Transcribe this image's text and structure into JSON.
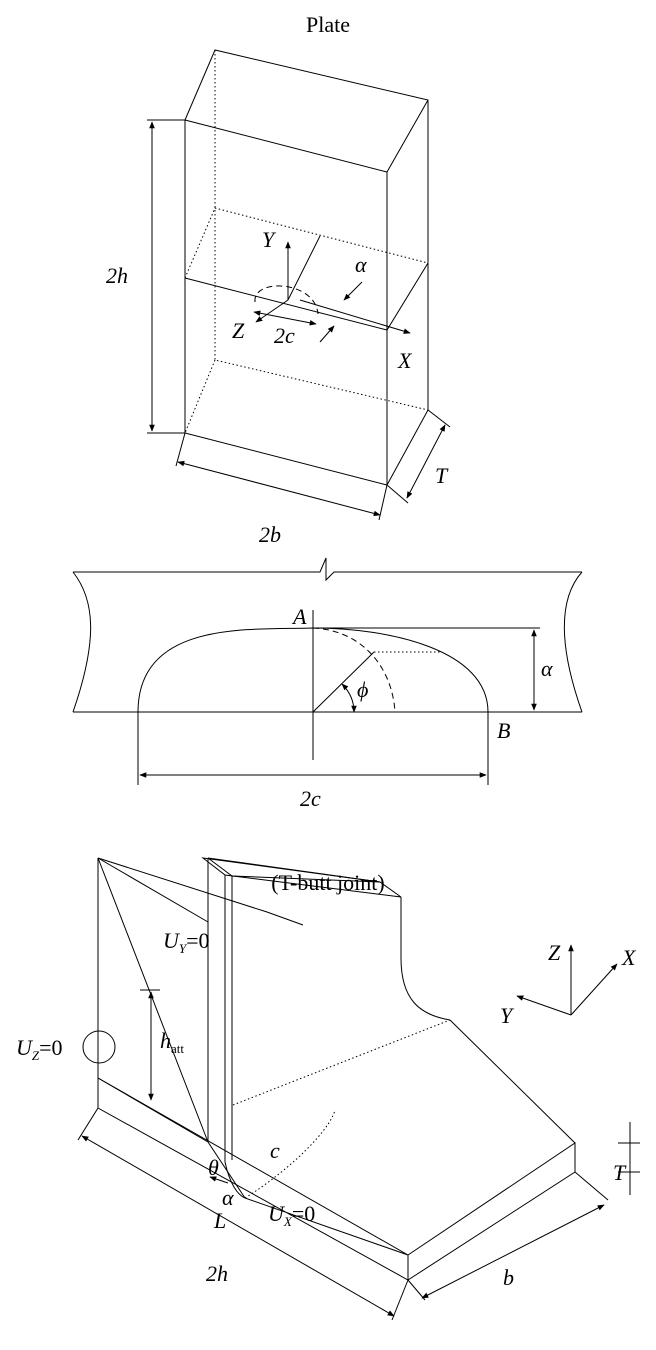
{
  "plate": {
    "title": "Plate",
    "dim_2h": "2h",
    "dim_2b": "2b",
    "dim_T": "T",
    "axis_Y": "Y",
    "axis_Z": "Z",
    "axis_X": "X",
    "crack_depth": "α",
    "crack_length": "2c"
  },
  "crack": {
    "point_A": "A",
    "point_B": "B",
    "angle": "ϕ",
    "depth": "α",
    "length": "2c"
  },
  "tbutt": {
    "title": "(T-butt joint)",
    "uy": "U",
    "uy_sub": "Y",
    "uy_val": "=0",
    "uz": "U",
    "uz_sub": "Z",
    "uz_val": "=0",
    "ux": "U",
    "ux_sub": "X",
    "ux_val": "=0",
    "h": "h",
    "h_sub": "att",
    "theta": "θ",
    "alpha": "α",
    "c": "c",
    "L": "L",
    "dim_2h": "2h",
    "b": "b",
    "T": "T",
    "axis_Z": "Z",
    "axis_X": "X",
    "axis_Y": "Y"
  }
}
